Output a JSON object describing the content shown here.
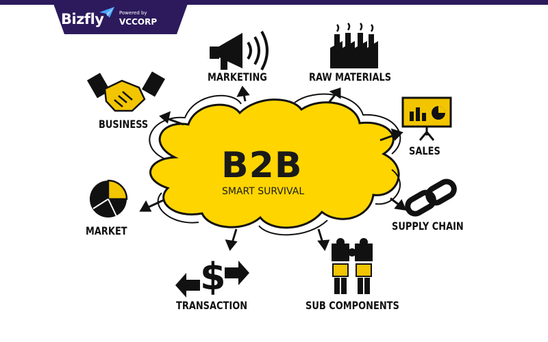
{
  "header": {
    "brand": "Bizfly",
    "powered_by": "Powered by",
    "partner": "VCCORP"
  },
  "center": {
    "title": "B2B",
    "subtitle": "SMART SURVIVAL"
  },
  "nodes": [
    {
      "label": "BUSINESS",
      "icon": "handshake-icon"
    },
    {
      "label": "MARKETING",
      "icon": "megaphone-icon"
    },
    {
      "label": "RAW MATERIALS",
      "icon": "factory-icon"
    },
    {
      "label": "SALES",
      "icon": "presentation-board-icon"
    },
    {
      "label": "SUPPLY CHAIN",
      "icon": "chain-link-icon"
    },
    {
      "label": "SUB COMPONENTS",
      "icon": "puzzle-people-icon"
    },
    {
      "label": "TRANSACTION",
      "icon": "dollar-exchange-icon"
    },
    {
      "label": "MARKET",
      "icon": "pie-chart-icon"
    }
  ],
  "colors": {
    "brand": "#2c1a5c",
    "cloud": "#ffd500",
    "ink": "#111111",
    "accent": "#f2c500"
  }
}
